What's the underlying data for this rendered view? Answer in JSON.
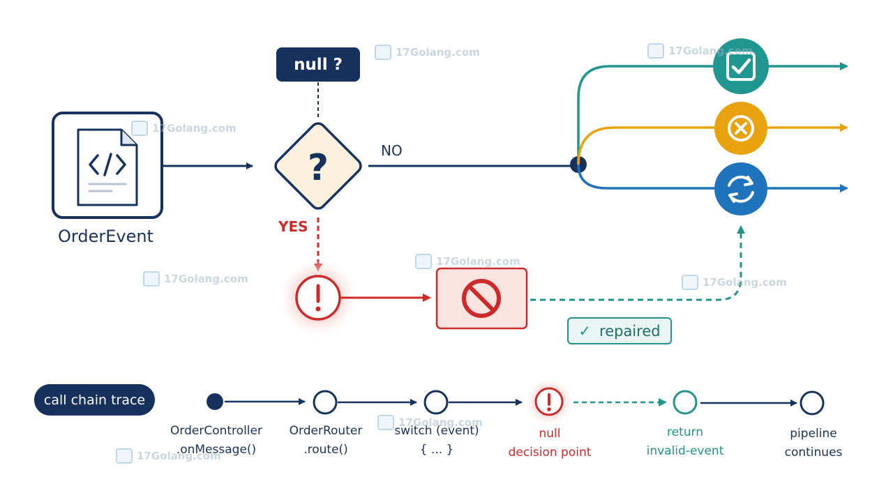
{
  "diagram": {
    "source_node": {
      "label": "OrderEvent",
      "icon": "code-file-icon"
    },
    "decision": {
      "question_label": "null ?",
      "icon": "question-mark-icon",
      "no_label": "NO",
      "yes_label": "YES"
    },
    "error_path": {
      "alert_icon": "exclamation-icon",
      "block_icon": "prohibited-icon",
      "repaired_label": "repaired",
      "repaired_icon": "check-icon"
    },
    "outcomes": [
      {
        "icon": "check-box-icon",
        "color": "#1f9690"
      },
      {
        "icon": "close-circle-icon",
        "color": "#e8a20d"
      },
      {
        "icon": "refresh-icon",
        "color": "#1e73bb"
      }
    ],
    "colors": {
      "navy": "#16325c",
      "red": "#cf2a2a",
      "teal": "#21938a",
      "amber": "#e8a20d",
      "blue": "#1e73bb"
    }
  },
  "trace": {
    "title": "call chain trace",
    "nodes": [
      {
        "line1": "OrderController",
        "line2": ".onMessage()"
      },
      {
        "line1": "OrderRouter",
        "line2": ".route()"
      },
      {
        "line1": "switch (event)",
        "line2": "{ ... }"
      },
      {
        "line1": "null",
        "line2": "decision point"
      },
      {
        "line1": "return",
        "line2": "invalid-event"
      },
      {
        "line1": "pipeline",
        "line2": "continues"
      }
    ]
  },
  "watermark": {
    "text": "17Golang.com"
  }
}
